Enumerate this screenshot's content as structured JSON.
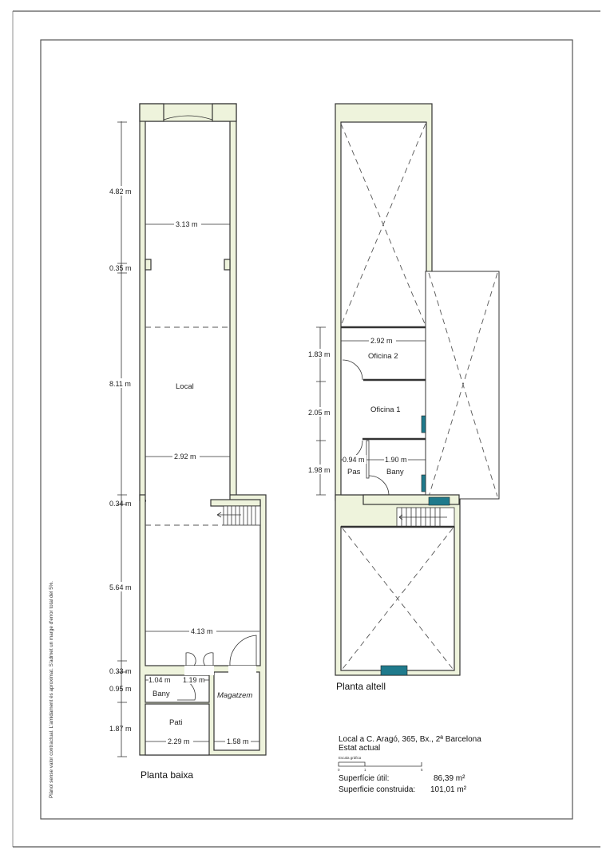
{
  "disclaimer": "Plànol sense valor contractual. L'amidament és aproximat. S'admet un marge d'error total del 5%.",
  "colors": {
    "wall_fill": "#eef3dc",
    "window": "#1f7a8c",
    "line": "#333333"
  },
  "planta_baixa": {
    "title": "Planta baixa",
    "rooms": {
      "local": "Local",
      "bany": "Bany",
      "pati": "Pati",
      "magatzem": "Magatzem"
    },
    "vertical_dims": [
      "4.82 m",
      "0.35 m",
      "8.11 m",
      "0.34 m",
      "5.64 m",
      "0.33 m",
      "0.95 m",
      "1.87 m"
    ],
    "horizontal_dims": {
      "top_width": "3.13 m",
      "mid_width": "2.92 m",
      "rear_width": "4.13 m",
      "bany_a": "1.04 m",
      "bany_b": "1.19 m",
      "pati": "2.29 m",
      "magatzem": "1.58 m"
    }
  },
  "planta_altell": {
    "title": "Planta altell",
    "rooms": {
      "oficina2": "Oficina 2",
      "oficina1": "Oficina 1",
      "pas": "Pas",
      "bany": "Bany"
    },
    "vertical_dims": [
      "1.83 m",
      "2.05 m",
      "1.98 m"
    ],
    "horizontal_dims": {
      "width": "2.92 m",
      "pas": "0.94 m",
      "bany": "1.90 m"
    }
  },
  "info": {
    "address": "Local a C. Aragó, 365, Bx., 2ª Barcelona",
    "status": "Estat actual",
    "scale_label": "Escala gràfica",
    "scale_ticks": [
      "0",
      "1",
      "5"
    ],
    "useful_area_label": "Superfície útil:",
    "useful_area_value": "86,39 m²",
    "built_area_label": "Superficie construida:",
    "built_area_value": "101,01 m²"
  }
}
